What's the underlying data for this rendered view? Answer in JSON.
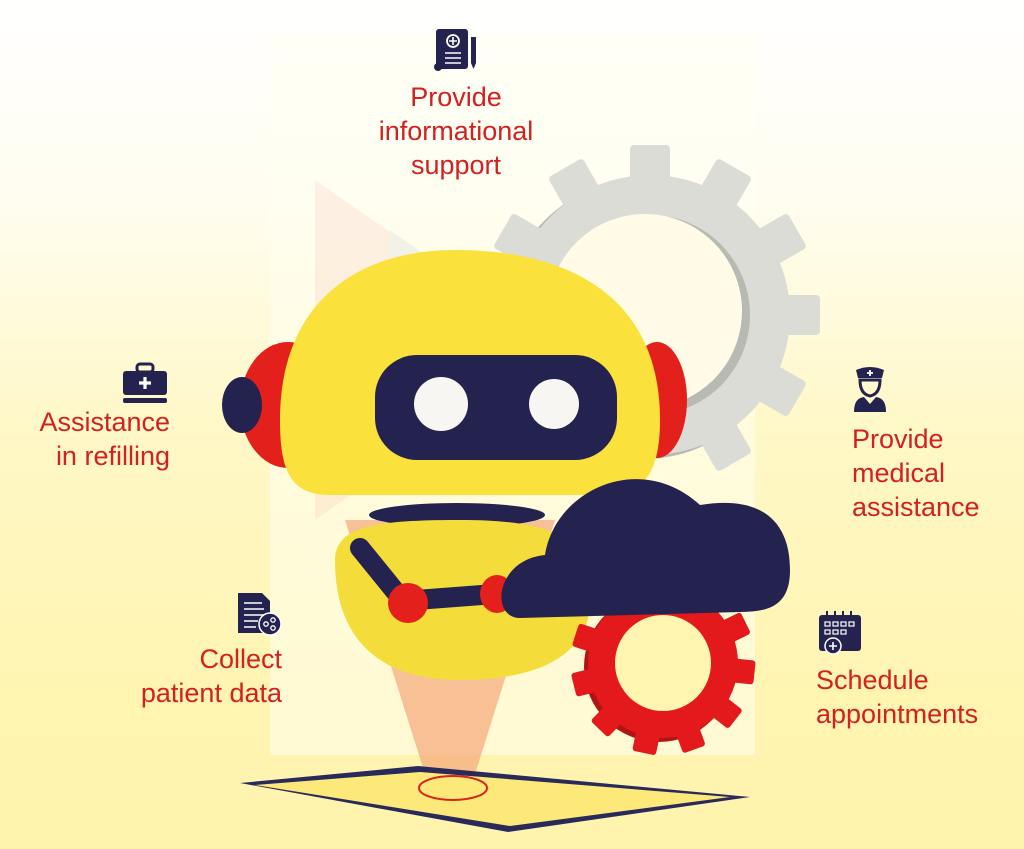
{
  "colors": {
    "label_red": "#d32020",
    "navy": "#24224e",
    "robot_yellow": "#fbe13c",
    "accent_red": "#e3201b",
    "gear_gray": "#d9d9d4",
    "background": "#fff6b8"
  },
  "items": [
    {
      "id": "informational",
      "icon": "document-scroll-icon",
      "lines": [
        "Provide",
        "informational",
        "support"
      ]
    },
    {
      "id": "refilling",
      "icon": "medical-kit-icon",
      "lines": [
        "Assistance",
        "in refilling"
      ]
    },
    {
      "id": "medical",
      "icon": "nurse-icon",
      "lines": [
        "Provide",
        "medical",
        "assistance"
      ]
    },
    {
      "id": "collect",
      "icon": "document-share-icon",
      "lines": [
        "Collect",
        "patient data"
      ]
    },
    {
      "id": "schedule",
      "icon": "calendar-plus-icon",
      "lines": [
        "Schedule",
        "appointments"
      ]
    }
  ],
  "illustration": {
    "central": "robot-chatbot",
    "elements": [
      "gray-gear",
      "red-gear",
      "cloud",
      "tablet",
      "hologram-beam"
    ]
  }
}
